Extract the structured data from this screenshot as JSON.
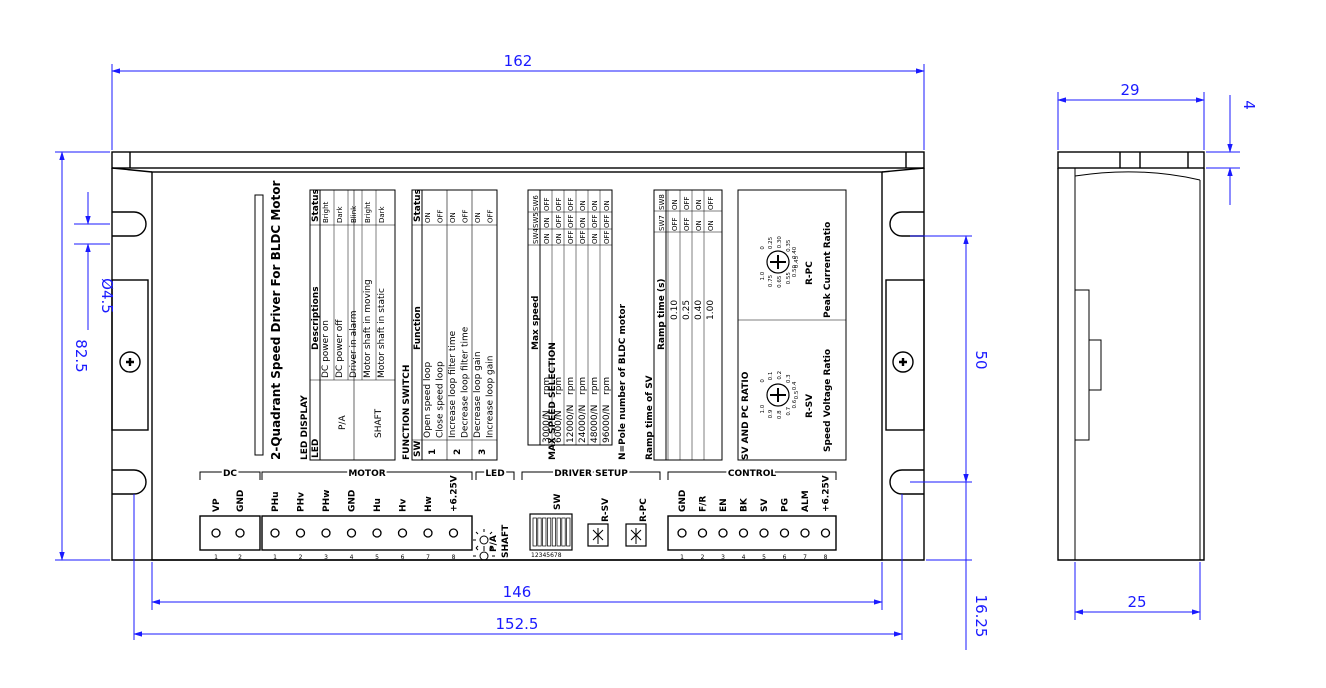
{
  "dimensions": {
    "length_162": "162",
    "length_146": "146",
    "length_152_5": "152.5",
    "height_82_5": "82.5",
    "hole_diameter": "Ø4.5",
    "hole_pitch_50": "50",
    "edge_16_25": "16.25",
    "side_width_29": "29",
    "side_base_25": "25",
    "side_flange_4": "4"
  },
  "label": {
    "title": "2-Quadrant Speed Driver For BLDC Motor",
    "led_display": {
      "heading": "LED DISPLAY",
      "col_headers": [
        "LED",
        "Descriptions",
        "Status"
      ],
      "rows": [
        {
          "led": "P/A",
          "desc": "DC power on",
          "status": "Bright"
        },
        {
          "led": "",
          "desc": "DC power off",
          "status": "Dark"
        },
        {
          "led": "",
          "desc": "Driver in alarm",
          "status": "Blink"
        },
        {
          "led": "SHAFT",
          "desc": "Motor shaft in moving",
          "status": "Bright"
        },
        {
          "led": "",
          "desc": "Motor shaft in static",
          "status": "Dark"
        }
      ]
    },
    "function_switch": {
      "heading": "FUNCTION SWITCH",
      "col_headers": [
        "SW",
        "Function",
        "Status"
      ],
      "rows": [
        {
          "sw": "1",
          "func": "Open speed loop",
          "status": "ON"
        },
        {
          "sw": "",
          "func": "Close speed loop",
          "status": "OFF"
        },
        {
          "sw": "2",
          "func": "Increase loop filter time",
          "status": "ON"
        },
        {
          "sw": "",
          "func": "Decrease loop filter time",
          "status": "OFF"
        },
        {
          "sw": "3",
          "func": "Decrease loop gain",
          "status": "ON"
        },
        {
          "sw": "",
          "func": "Increase loop gain",
          "status": "OFF"
        }
      ]
    },
    "max_speed": {
      "heading": "MAX SPEED SELECTION",
      "col_headers": [
        "Max speed",
        "SW4",
        "SW5",
        "SW6"
      ],
      "rows": [
        {
          "speed": "3000/N",
          "unit": "rpm",
          "sw4": "ON",
          "sw5": "ON",
          "sw6": "OFF"
        },
        {
          "speed": "6000/N",
          "unit": "rpm",
          "sw4": "ON",
          "sw5": "OFF",
          "sw6": "OFF"
        },
        {
          "speed": "12000/N",
          "unit": "rpm",
          "sw4": "OFF",
          "sw5": "OFF",
          "sw6": "OFF"
        },
        {
          "speed": "24000/N",
          "unit": "rpm",
          "sw4": "OFF",
          "sw5": "ON",
          "sw6": "ON"
        },
        {
          "speed": "48000/N",
          "unit": "rpm",
          "sw4": "ON",
          "sw5": "OFF",
          "sw6": "ON"
        },
        {
          "speed": "96000/N",
          "unit": "rpm",
          "sw4": "OFF",
          "sw5": "OFF",
          "sw6": "ON"
        }
      ],
      "note": "N=Pole number of BLDC motor"
    },
    "ramp_time": {
      "heading": "Ramp time of SV",
      "col_headers": [
        "Ramp time  (s)",
        "SW7",
        "SW8"
      ],
      "rows": [
        {
          "time": "0.10",
          "sw7": "OFF",
          "sw8": "ON"
        },
        {
          "time": "0.25",
          "sw7": "OFF",
          "sw8": "OFF"
        },
        {
          "time": "0.40",
          "sw7": "ON",
          "sw8": "ON"
        },
        {
          "time": "1.00",
          "sw7": "ON",
          "sw8": "OFF"
        }
      ]
    },
    "ratio": {
      "heading": "SV AND PC RATIO",
      "rsv_name": "R-SV",
      "rsv_caption": "Speed Voltage Ratio",
      "rsv_scale": [
        "0",
        "0.1",
        "0.2",
        "0.3",
        "0.4",
        "0.5",
        "0.6",
        "0.7",
        "0.8",
        "0.9",
        "1.0"
      ],
      "rpc_name": "R-PC",
      "rpc_caption": "Peak Current Ratio",
      "rpc_scale": [
        "0",
        "0.25",
        "0.30",
        "0.35",
        "0.40",
        "0.45",
        "0.50",
        "0.55",
        "0.65",
        "0.75",
        "1.0"
      ]
    },
    "connectors": {
      "dc": {
        "title": "DC",
        "pins": [
          "VP",
          "GND"
        ],
        "numbers": [
          "1",
          "2"
        ]
      },
      "motor": {
        "title": "MOTOR",
        "pins": [
          "PHu",
          "PHv",
          "PHw",
          "GND",
          "Hu",
          "Hv",
          "Hw",
          "+6.25V"
        ],
        "numbers": [
          "1",
          "2",
          "3",
          "4",
          "5",
          "6",
          "7",
          "8"
        ]
      },
      "led": {
        "title": "LED",
        "items": [
          "P/A",
          "SHAFT"
        ]
      },
      "driver_setup": {
        "title": "DRIVER SETUP",
        "sw_label": "SW",
        "sw_numbers": "12345678",
        "pots": [
          "R-SV",
          "R-PC"
        ]
      },
      "control": {
        "title": "CONTROL",
        "pins": [
          "GND",
          "F/R",
          "EN",
          "BK",
          "SV",
          "PG",
          "ALM",
          "+6.25V"
        ],
        "numbers": [
          "1",
          "2",
          "3",
          "4",
          "5",
          "6",
          "7",
          "8"
        ]
      }
    }
  },
  "colors": {
    "dimension": "#1a1aff",
    "drawing": "#000000"
  }
}
